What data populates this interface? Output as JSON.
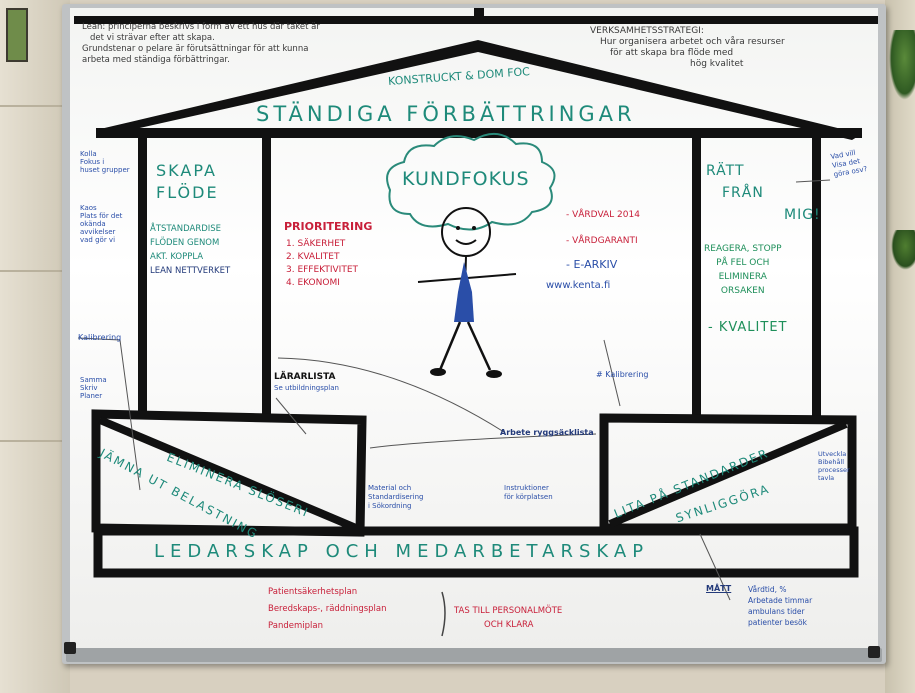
{
  "scene": {
    "colors": {
      "marker_black": "#111111",
      "marker_red": "#c8203a",
      "marker_blue": "#2a4ea8",
      "marker_teal": "#1e8a7a",
      "marker_green": "#1e8f5a",
      "board_white": "#f7f7f5"
    }
  },
  "top_left_notes": [
    "Lean: principerna beskrivs i form av ett hus där taket är",
    "det vi strävar efter att skapa.",
    "Grundstenar o pelare är förutsättningar för att kunna",
    "arbeta med ständiga förbättringar."
  ],
  "top_right_notes": {
    "title": "VERKSAMHETSSTRATEGI:",
    "lines": [
      "Hur organisera arbetet och våra resurser",
      "för att skapa bra flöde med",
      "hög kvalitet"
    ]
  },
  "roof": {
    "small_text": "KONSTRUCKT & DOM FOC",
    "title": "STÄNDIGA FÖRBÄTTRINGAR"
  },
  "left_pillar": {
    "title_lines": [
      "SKAPA",
      "FLÖDE"
    ],
    "lines": [
      "ÅTSTANDARDISE",
      "FLÖDEN GENOM",
      "AKT. KOPPLA",
      "LEAN NETTVERKET"
    ]
  },
  "left_side_notes": [
    [
      "Kolla",
      "Fokus i",
      "huset grupper"
    ],
    [
      "Kaos",
      "Plats för det",
      "okända",
      "avvikelser",
      "vad gör vi"
    ],
    [
      "Kalibrering"
    ],
    [
      "Samma",
      "Skriv",
      "Planer"
    ]
  ],
  "center": {
    "cloud_text": "KUNDFOKUS",
    "prioritering_title": "PRIORITERING",
    "prioritering_items": [
      "1. SÄKERHET",
      "2. KVALITET",
      "3. EFFEKTIVITET",
      "4. EKONOMI"
    ],
    "right_items": [
      "- VÅRDVAL 2014",
      "- VÅRDGARANTI",
      "- E-ARKIV",
      "www.kenta.fi"
    ],
    "lararlista_lines": [
      "LÄRARLISTA",
      "Se utbildningsplan"
    ],
    "kalibrering": "# Kalibrering",
    "arbetsbeskrivning": "Arbete ryggsäcklista"
  },
  "right_pillar": {
    "title_lines": [
      "RÄTT",
      "FRÅN",
      "MIG!"
    ],
    "lines": [
      "REAGERA, STOPP",
      "PÅ FEL OCH",
      "ELIMINERA",
      "ORSAKEN"
    ],
    "bottom": "- KVALITET"
  },
  "right_side_note": [
    "Vad vill",
    "Visa det",
    "göra osv?"
  ],
  "lower_left_box": {
    "upper": "ELIMINERA SLÖSERI",
    "lower": "JÄMNA UT BELASTNING"
  },
  "lower_right_box": {
    "upper": "LITA PÅ STANDARDER",
    "lower": "SYNLIGGÖRA"
  },
  "lower_middle_notes": {
    "left": [
      "Material och",
      "Standardisering",
      "i Sökordning"
    ],
    "right": [
      "Instruktioner",
      "för körplatsen"
    ]
  },
  "lower_right_side_note": [
    "Utveckla",
    "Bibehåll",
    "processer",
    "tavla"
  ],
  "foundation": "LEDARSKAP OCH MEDARBETARSKAP",
  "bottom_notes": {
    "left": [
      "Patientsäkerhetsplan",
      "Beredskaps-, räddningsplan",
      "Pandemiplan"
    ],
    "middle": [
      "TAS TILL PERSONALMÖTE",
      "OCH KLARA"
    ],
    "right_label": "MÅTT",
    "right_lines": [
      "Vårdtid, %",
      "Arbetade timmar",
      "ambulans tider",
      "patienter besök"
    ]
  }
}
